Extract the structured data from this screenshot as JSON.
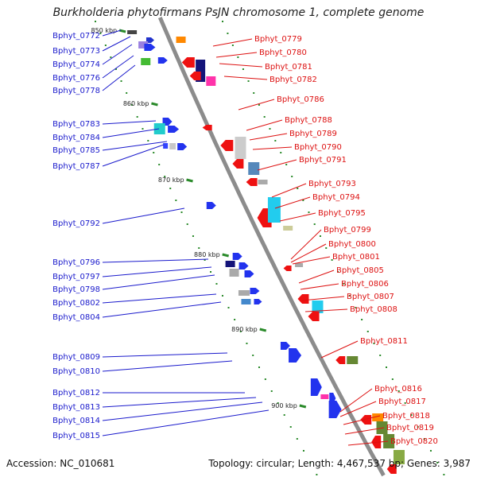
{
  "title": "Burkholderia phytofirmans PsJN chromosome 1, complete genome",
  "footer": {
    "accession": "Accession: NC_010681",
    "topology": "Topology: circular; Length: 4,467,537 bp; Genes: 3,987"
  },
  "colors": {
    "backbone": "#8c8c8c",
    "tick": "#2a8a2a",
    "left_label": "#1a1acc",
    "right_label": "#dd1111"
  },
  "kbp_marks": [
    {
      "label": "850 kbp"
    },
    {
      "label": "860 kbp"
    },
    {
      "label": "870 kbp"
    },
    {
      "label": "880 kbp"
    },
    {
      "label": "890 kbp"
    },
    {
      "label": "900 kbp"
    }
  ],
  "left_genes": [
    {
      "name": "Bphyt_0772"
    },
    {
      "name": "Bphyt_0773"
    },
    {
      "name": "Bphyt_0774"
    },
    {
      "name": "Bphyt_0776"
    },
    {
      "name": "Bphyt_0778"
    },
    {
      "name": "Bphyt_0783"
    },
    {
      "name": "Bphyt_0784"
    },
    {
      "name": "Bphyt_0785"
    },
    {
      "name": "Bphyt_0787"
    },
    {
      "name": "Bphyt_0792"
    },
    {
      "name": "Bphyt_0796"
    },
    {
      "name": "Bphyt_0797"
    },
    {
      "name": "Bphyt_0798"
    },
    {
      "name": "Bphyt_0802"
    },
    {
      "name": "Bphyt_0804"
    },
    {
      "name": "Bphyt_0809"
    },
    {
      "name": "Bphyt_0810"
    },
    {
      "name": "Bphyt_0812"
    },
    {
      "name": "Bphyt_0813"
    },
    {
      "name": "Bphyt_0814"
    },
    {
      "name": "Bphyt_0815"
    }
  ],
  "right_genes": [
    {
      "name": "Bphyt_0779"
    },
    {
      "name": "Bphyt_0780"
    },
    {
      "name": "Bphyt_0781"
    },
    {
      "name": "Bphyt_0782"
    },
    {
      "name": "Bphyt_0786"
    },
    {
      "name": "Bphyt_0788"
    },
    {
      "name": "Bphyt_0789"
    },
    {
      "name": "Bphyt_0790"
    },
    {
      "name": "Bphyt_0791"
    },
    {
      "name": "Bphyt_0793"
    },
    {
      "name": "Bphyt_0794"
    },
    {
      "name": "Bphyt_0795"
    },
    {
      "name": "Bphyt_0799"
    },
    {
      "name": "Bphyt_0800"
    },
    {
      "name": "Bphyt_0801"
    },
    {
      "name": "Bphyt_0805"
    },
    {
      "name": "Bphyt_0806"
    },
    {
      "name": "Bphyt_0807"
    },
    {
      "name": "Bphyt_0808"
    },
    {
      "name": "Bphyt_0811"
    },
    {
      "name": "Bphyt_0816"
    },
    {
      "name": "Bphyt_0817"
    },
    {
      "name": "Bphyt_0818"
    },
    {
      "name": "Bphyt_0819"
    },
    {
      "name": "Bphyt_0820"
    }
  ]
}
